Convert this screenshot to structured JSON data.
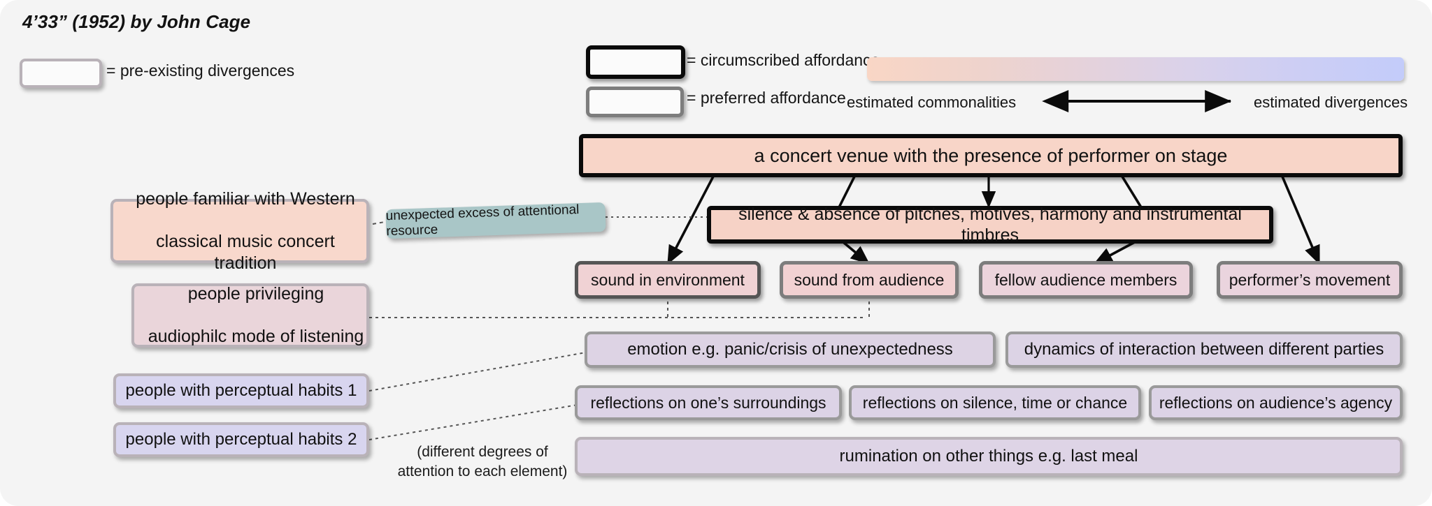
{
  "title": "4’33” (1952) by John Cage",
  "legend": {
    "divergence_label": "= pre-existing divergences",
    "circumscribed_label": "= circumscribed affordance",
    "preferred_label": "= preferred affordance",
    "gradient_left_label": "estimated commonalities",
    "gradient_right_label": "estimated divergences",
    "gradient_colors": [
      "#f9d6c5",
      "#dad2ea",
      "#c3ccfa"
    ]
  },
  "nodes": {
    "venue": "a concert venue with the presence of performer on stage",
    "silence": "silence & absence of pitches, motives, harmony and instrumental timbres",
    "sound_env": "sound in environment",
    "sound_audience": "sound from audience",
    "fellow_audience": "fellow audience members",
    "performer_movement": "performer’s movement",
    "emotion": "emotion  e.g. panic/crisis of unexpectedness",
    "dynamics": "dynamics of interaction between different parties",
    "refl_surroundings": "reflections on one’s surroundings",
    "refl_silence": "reflections on silence, time or chance",
    "refl_agency": "reflections on audience’s agency",
    "rumination": "rumination on other things e.g. last meal"
  },
  "divergence_nodes": {
    "western": "people familiar with Western classical music concert tradition",
    "western_line1": "people familiar with Western",
    "western_line2": "classical music concert tradition",
    "audiophile_line1": "people privileging",
    "audiophile_line2": "audiophilc mode of listening",
    "habits1": "people with perceptual habits 1",
    "habits2": "people with perceptual habits 2"
  },
  "annotations": {
    "teal": "unexpected excess of attentional resource",
    "paren_line1": "(different degrees of",
    "paren_line2": "attention to each element)"
  },
  "colors": {
    "venue_fill": "#f8d5c8",
    "silence_fill": "#f6d2c6",
    "sound_env_fill": "#f0d2d4",
    "sound_audience_fill": "#f2d1d2",
    "fellow_fill": "#ecd4dc",
    "performer_fill": "#ead4de",
    "emotion_fill": "#ddd3e4",
    "dynamics_fill": "#dcd3e5",
    "reflections_fill": "#dcd3e6",
    "rumination_fill": "#ded4e6",
    "western_fill": "#f8d8cc",
    "audiophile_fill": "#ead5da",
    "habits_fill": "#d8d5ef",
    "teal_fill": "#a9c6c7",
    "background": "#f4f4f4"
  }
}
